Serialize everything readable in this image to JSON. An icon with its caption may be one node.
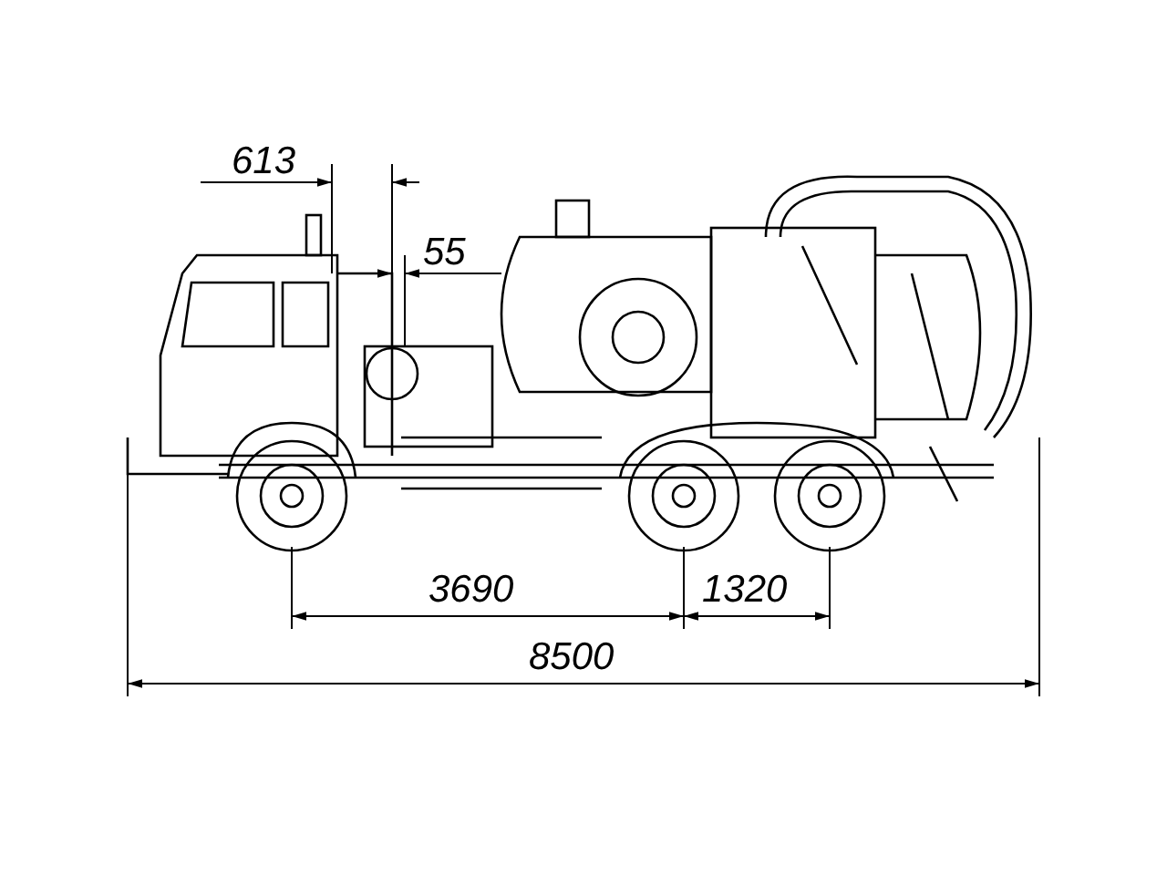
{
  "diagram": {
    "labels": [
      "613",
      "55",
      "3690",
      "1320",
      "8500"
    ]
  }
}
